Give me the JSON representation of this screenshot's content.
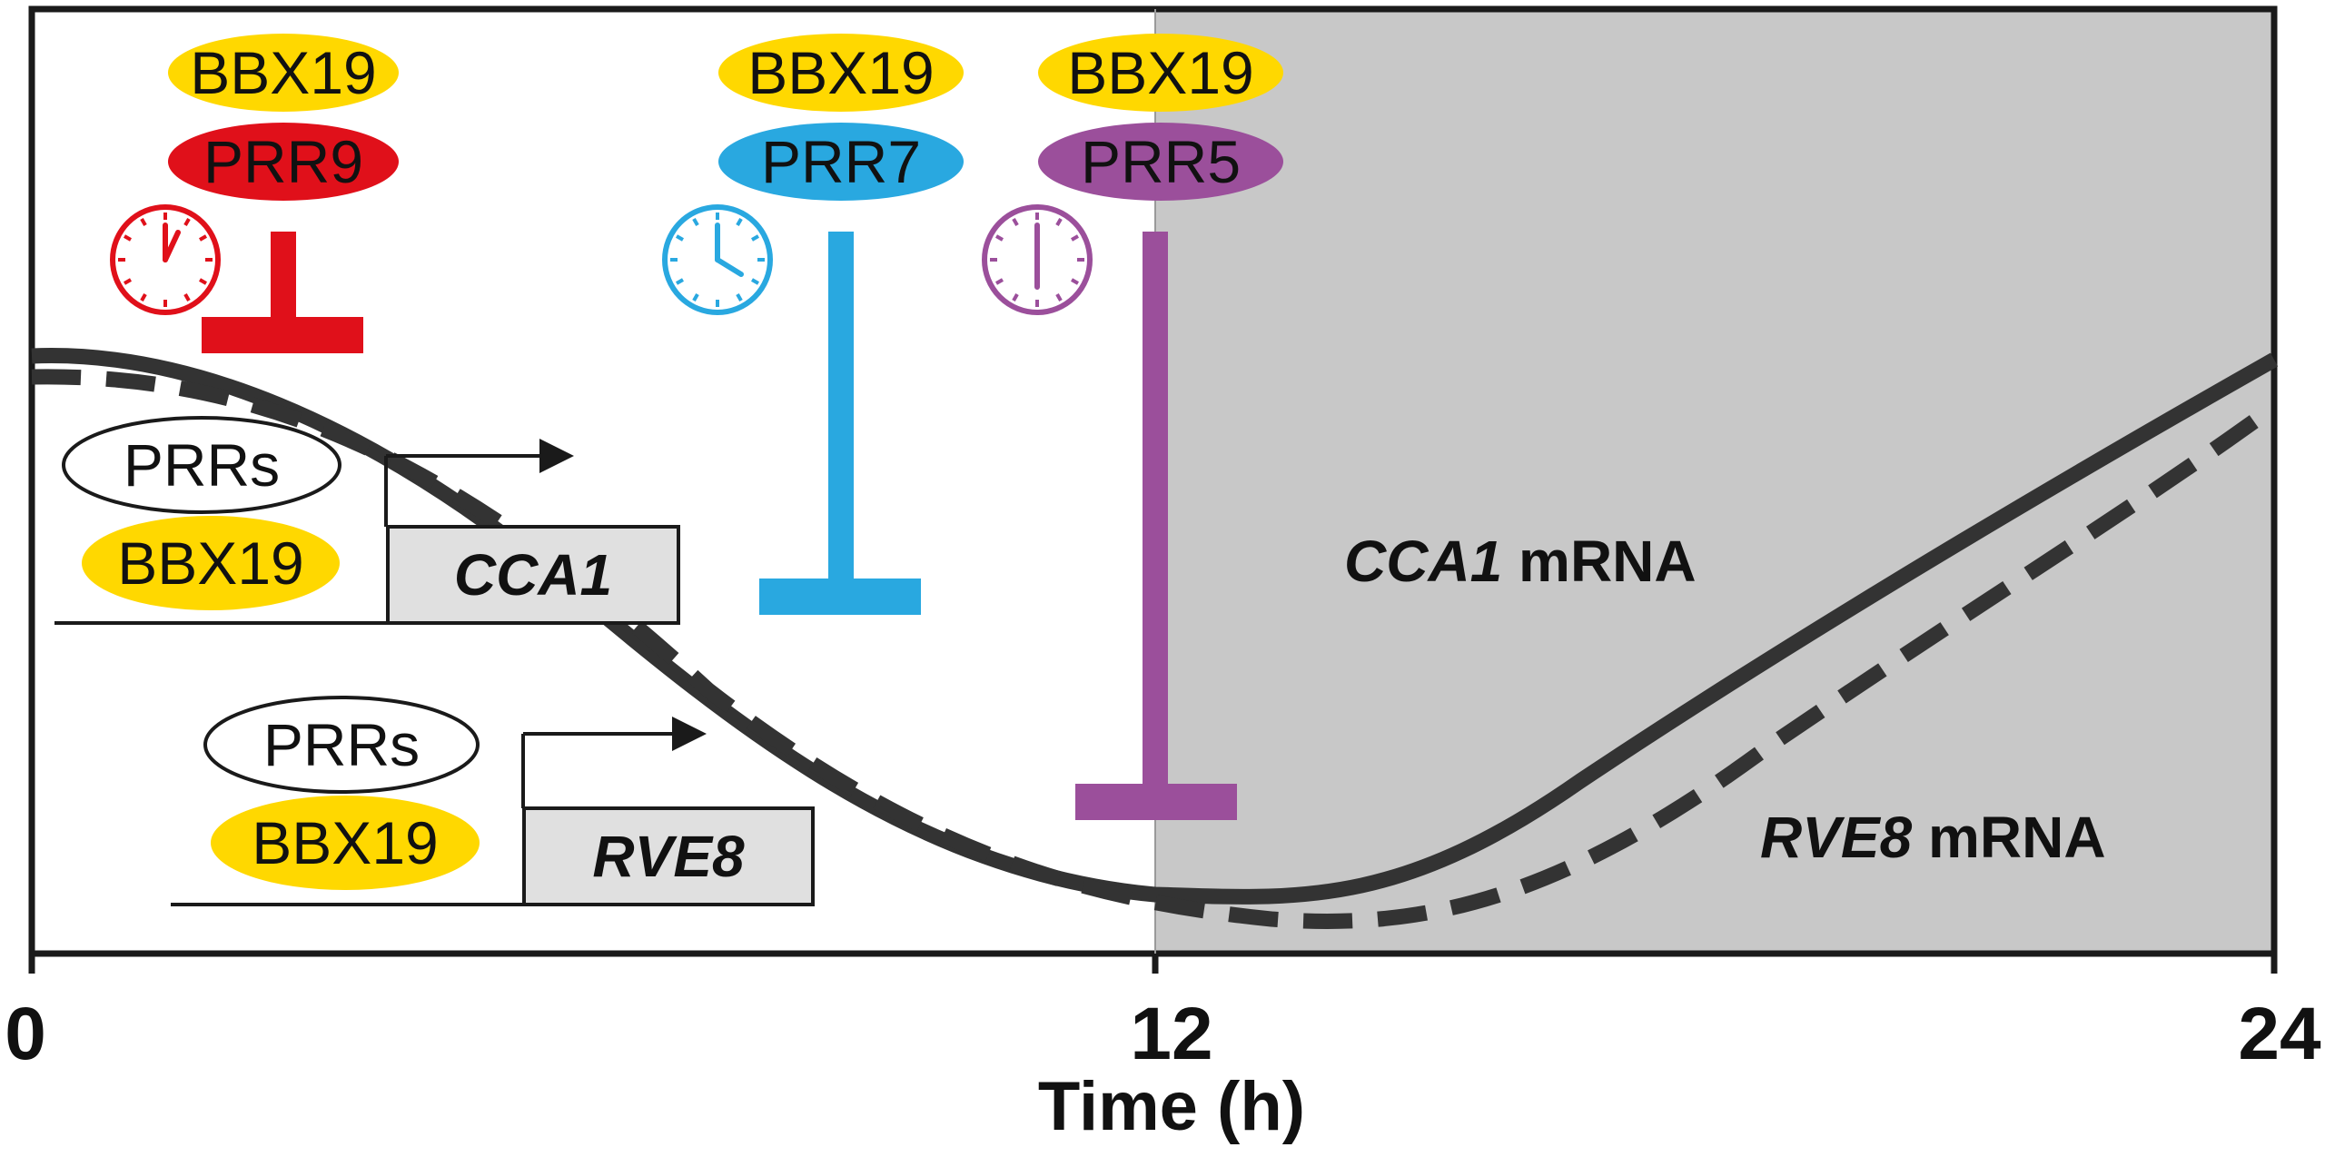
{
  "axis": {
    "ticks": [
      "0",
      "12",
      "24"
    ],
    "title": "Time (h)"
  },
  "time_range_h": [
    0,
    24
  ],
  "dark_period_h": [
    12,
    24
  ],
  "regulators": [
    {
      "partner": "BBX19",
      "name": "PRR9",
      "color": "#e0101a",
      "text_color": "#1a1a1a",
      "partner_color": "#ffd800",
      "peak_time_h": 2.6
    },
    {
      "partner": "BBX19",
      "name": "PRR7",
      "color": "#29a8e0",
      "text_color": "#1a1a1a",
      "partner_color": "#ffd800",
      "peak_time_h": 8.9
    },
    {
      "partner": "BBX19",
      "name": "PRR5",
      "color": "#9b4f9b",
      "text_color": "#1a1a1a",
      "partner_color": "#ffd800",
      "peak_time_h": 12.0
    }
  ],
  "promoters": [
    {
      "factor_top": "PRRs",
      "factor_bottom": "BBX19",
      "gene": "CCA1"
    },
    {
      "factor_top": "PRRs",
      "factor_bottom": "BBX19",
      "gene": "RVE8"
    }
  ],
  "curves": [
    {
      "gene": "CCA1",
      "suffix": " mRNA",
      "style": "solid"
    },
    {
      "gene": "RVE8",
      "suffix": " mRNA",
      "style": "dashed"
    }
  ],
  "colors": {
    "night_shading": "#c8c8c8",
    "curve": "#333333",
    "bbx19": "#ffd800",
    "gene_box": "#e0e0e0"
  }
}
